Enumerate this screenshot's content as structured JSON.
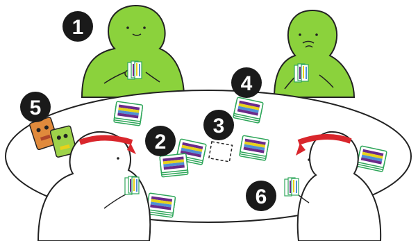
{
  "markers": {
    "m1": "1",
    "m2": "2",
    "m3": "3",
    "m4": "4",
    "m5": "5",
    "m6": "6"
  },
  "colors": {
    "green_player": "#8bd23c",
    "outline": "#222222",
    "headband": "#d9262c",
    "card_green": "#2fa65a",
    "stripe_purple": "#6a2a8a",
    "stripe_yellow": "#e8d21a",
    "stripe_blue": "#4f8fd6",
    "marker_bg": "#1a1a1a",
    "marker_text": "#ffffff"
  },
  "icons": [
    "green-player-icon",
    "player-with-headband-icon",
    "card-deck-icon",
    "card-hand-icon",
    "tiki-token-icon",
    "empty-card-slot-icon"
  ]
}
